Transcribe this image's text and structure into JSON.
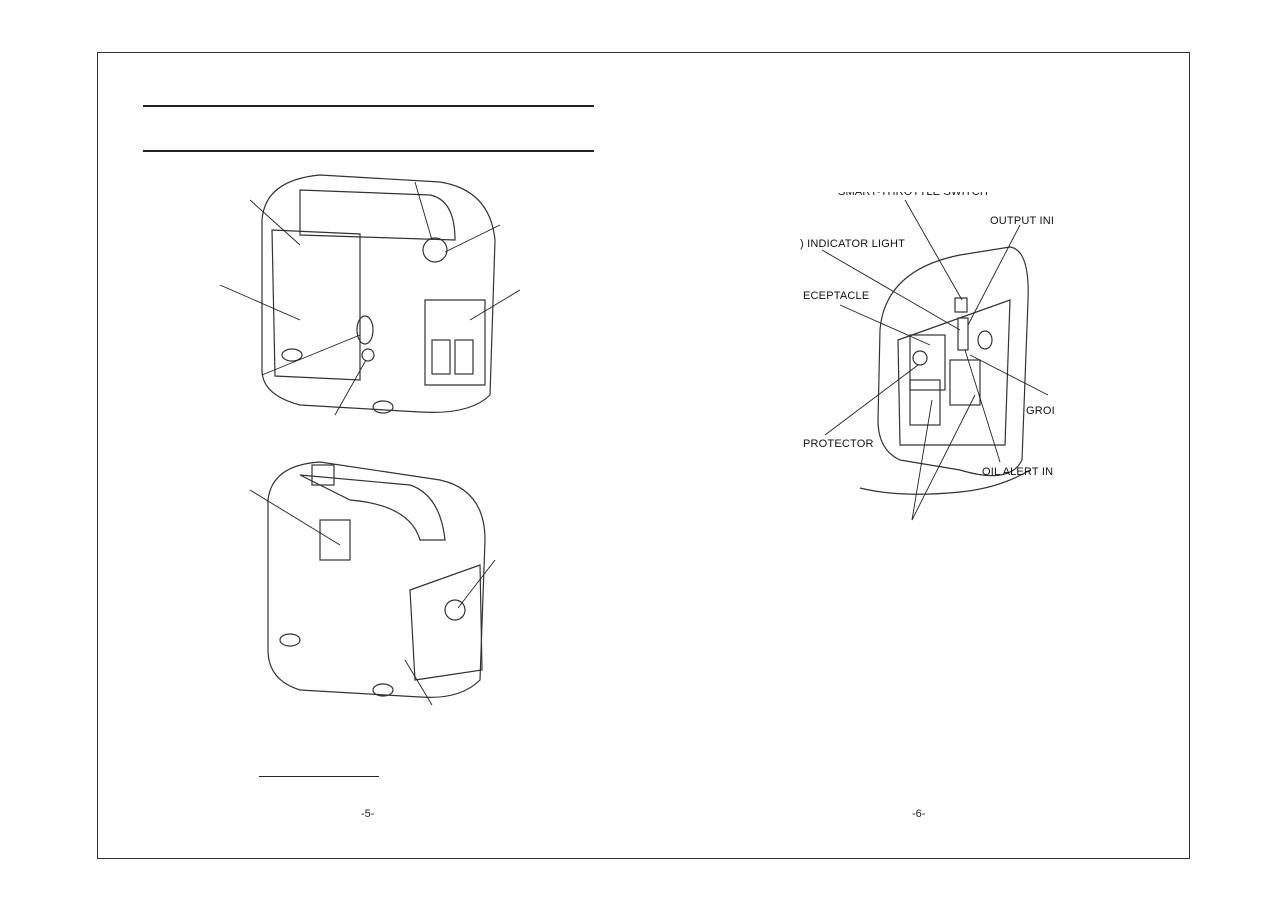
{
  "left_page": {
    "page_number": "-5-"
  },
  "right_page": {
    "page_number": "-6-",
    "callouts": {
      "smart_throttle": "SMART-THROTTLE SWITCH",
      "output_indicator": "OUTPUT INI",
      "indicator_light": ") INDICATOR LIGHT",
      "receptacle": "ECEPTACLE",
      "protector": "PROTECTOR",
      "ground": "GROI",
      "oil_alert": "OIL ALERT IN"
    }
  }
}
